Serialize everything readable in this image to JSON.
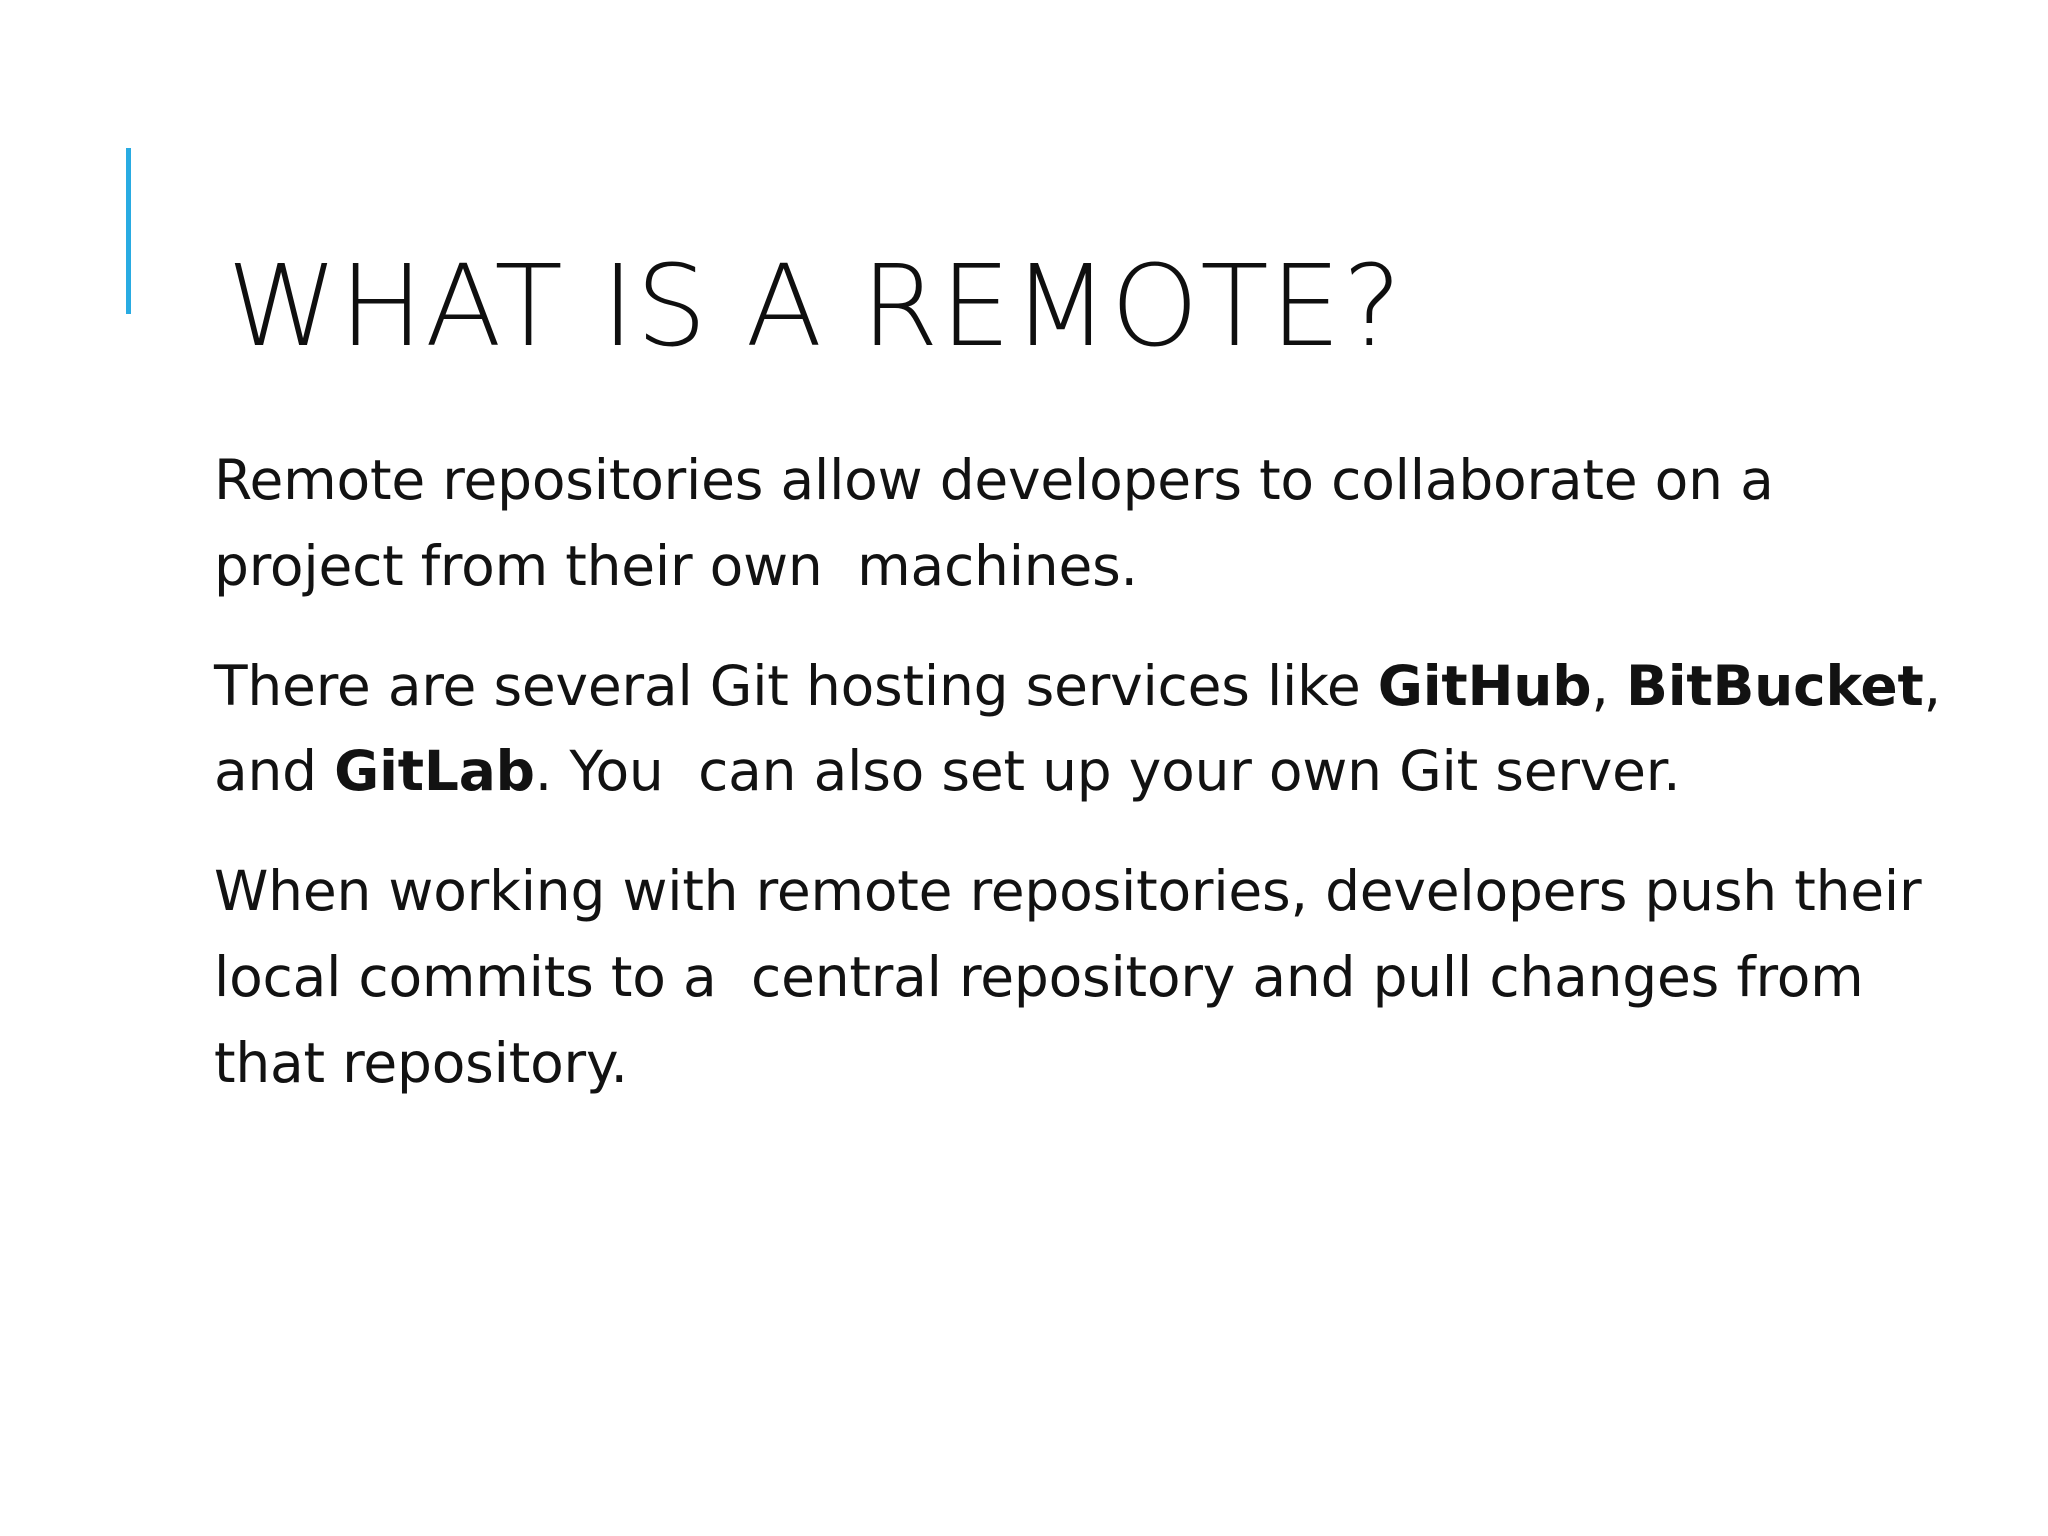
{
  "slide": {
    "background_color": "#ffffff",
    "accent_color": "#29abe2",
    "text_color": "#121212",
    "title": "WHAT IS A REMOTE?",
    "paragraphs": [
      {
        "id": "paragraph-1",
        "runs": [
          {
            "text": "Remote repositories allow developers to collaborate on a project from their own  machines.",
            "bold": false
          }
        ],
        "plain": "Remote repositories allow developers to collaborate on a project from their own  machines."
      },
      {
        "id": "paragraph-2",
        "runs": [
          {
            "text": "There are several Git hosting services like ",
            "bold": false
          },
          {
            "text": "GitHub",
            "bold": true
          },
          {
            "text": ", ",
            "bold": false
          },
          {
            "text": "BitBucket",
            "bold": true
          },
          {
            "text": ", and ",
            "bold": false
          },
          {
            "text": "GitLab",
            "bold": true
          },
          {
            "text": ". You  can also set up your own Git server.",
            "bold": false
          }
        ],
        "plain": "There are several Git hosting services like GitHub, BitBucket, and GitLab. You  can also set up your own Git server."
      },
      {
        "id": "paragraph-3",
        "runs": [
          {
            "text": "When working with remote repositories, developers push their local commits to a  central repository and pull changes from that repository.",
            "bold": false
          }
        ],
        "plain": "When working with remote repositories, developers push their local commits to a  central repository and pull changes from that repository."
      }
    ]
  }
}
